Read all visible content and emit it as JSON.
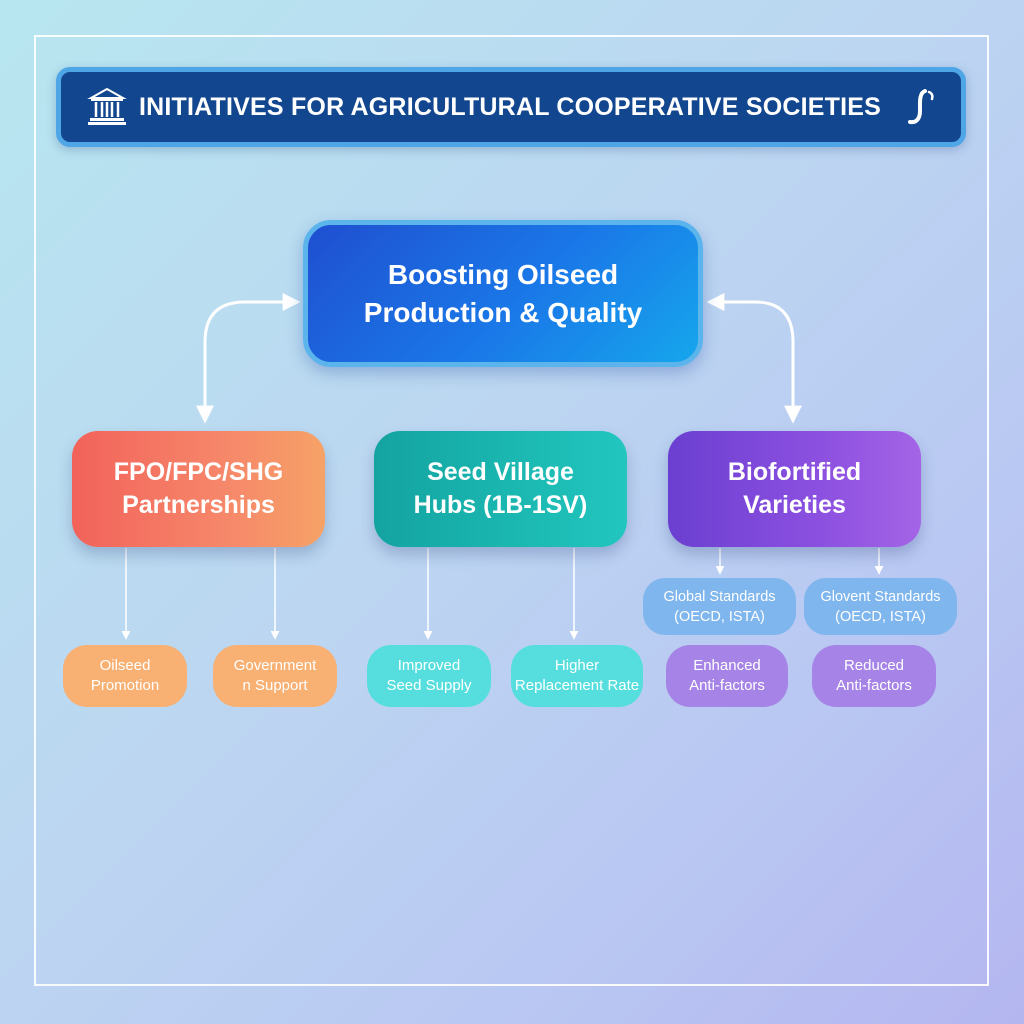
{
  "header": {
    "title": "INITIATIVES FOR AGRICULTURAL COOPERATIVE SOCIETIES",
    "left_icon": "government-building-icon",
    "right_icon": "script-logo-icon"
  },
  "central": {
    "line1": "Boosting Oilseed",
    "line2": "Production & Quality"
  },
  "categories": [
    {
      "line1": "FPO/FPC/SHG",
      "line2": "Partnerships",
      "color_start": "#f2625a",
      "color_end": "#f6a267"
    },
    {
      "line1": "Seed Village",
      "line2": "Hubs (1B-1SV)",
      "color_start": "#14a3a0",
      "color_end": "#22c6bf"
    },
    {
      "line1": "Biofortified",
      "line2": "Varieties",
      "color_start": "#6b3fd1",
      "color_end": "#a464e6"
    }
  ],
  "leaves": {
    "oilseed_promotion": {
      "line1": "Oilseed",
      "line2": "Promotion"
    },
    "government_support": {
      "line1": "Government",
      "line2": "n Support"
    },
    "improved_seed_supply": {
      "line1": "Improved",
      "line2": "Seed Supply"
    },
    "higher_replacement_rate": {
      "line1": "Higher",
      "line2": "Replacement Rate"
    },
    "global_standards": {
      "line1": "Global Standards",
      "line2": "(OECD, ISTA)"
    },
    "glovent_standards": {
      "line1": "Glovent Standards",
      "line2": "(OECD, ISTA)"
    },
    "enhanced_anti_factors": {
      "line1": "Enhanced",
      "line2": "Anti-factors"
    },
    "reduced_anti_factors": {
      "line1": "Reduced",
      "line2": "Anti-factors"
    }
  },
  "colors": {
    "header_bg": "#12478f",
    "header_border": "#4ea6e6",
    "leaf_orange": "#f8b073",
    "leaf_teal": "#55dedd",
    "leaf_purple": "#a683e6",
    "leaf_blue": "#7fb6ee"
  }
}
